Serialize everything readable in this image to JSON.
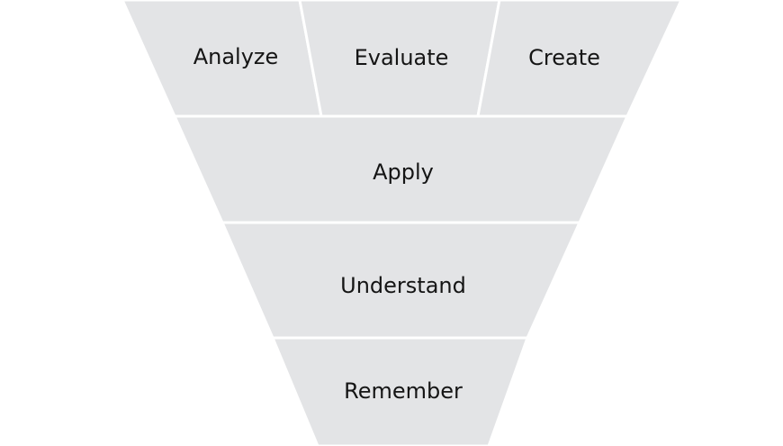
{
  "diagram": {
    "type": "inverted-pyramid",
    "fill_color": "#e3e4e6",
    "divider_color": "#ffffff",
    "text_color": "#151515",
    "top_tier": [
      {
        "label": "Analyze"
      },
      {
        "label": "Evaluate"
      },
      {
        "label": "Create"
      }
    ],
    "tiers": [
      {
        "label": "Apply"
      },
      {
        "label": "Understand"
      },
      {
        "label": "Remember"
      }
    ]
  }
}
